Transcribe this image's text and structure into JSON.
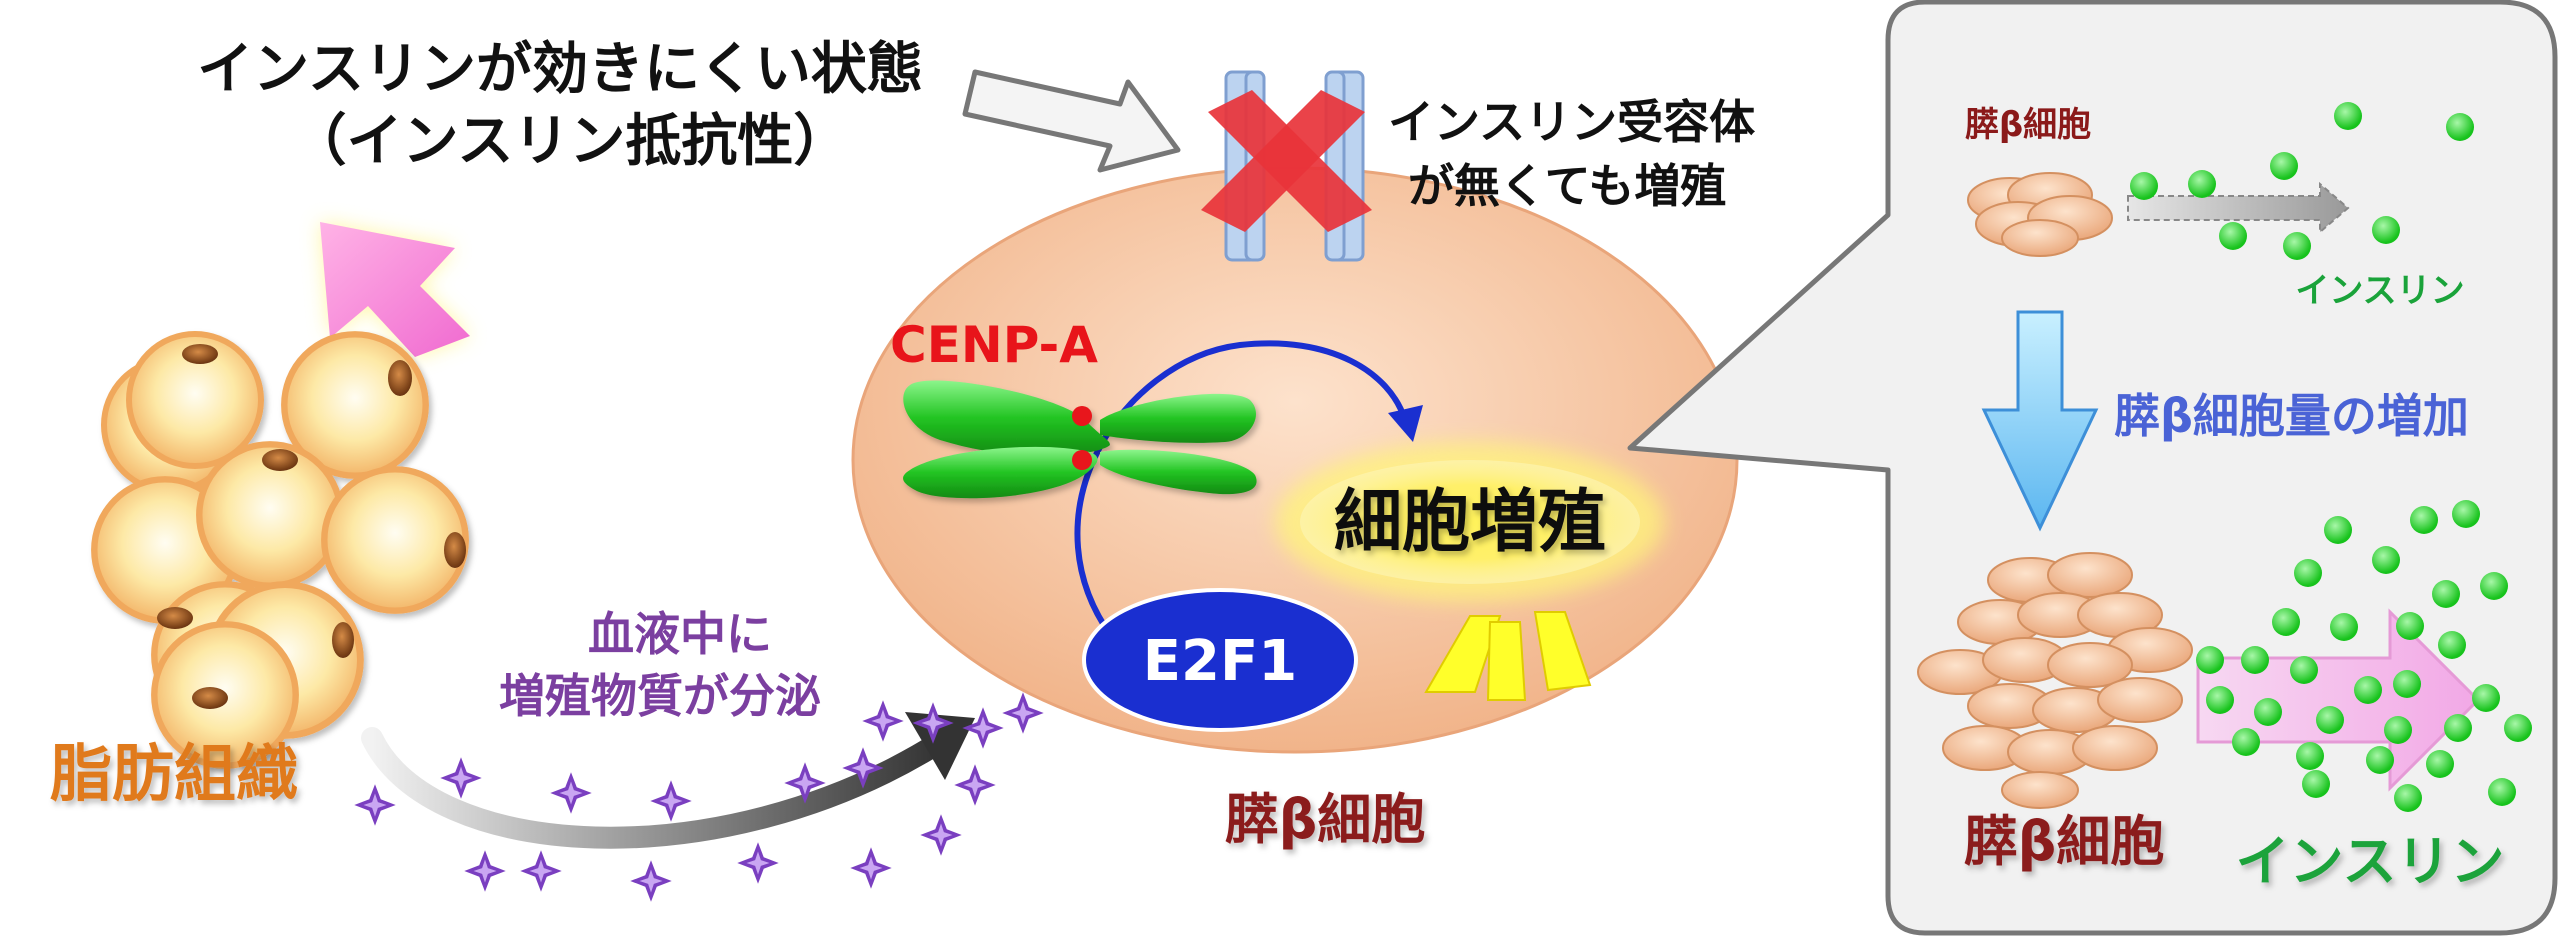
{
  "texts": {
    "resistance_line1": "インスリンが効きにくい状態",
    "resistance_line2": "（インスリン抵抗性）",
    "adipose_label": "脂肪組織",
    "secrete_line1": "血液中に",
    "secrete_line2": "増殖物質が分泌",
    "receptor_line1": "インスリン受容体",
    "receptor_line2": "が無くても増殖",
    "cenpa_label": "CENP-A",
    "e2f1_label": "E2F1",
    "proliferation_label": "細胞増殖",
    "beta_cell_center": "膵β細胞",
    "panel_small_beta": "膵β細胞",
    "panel_small_insulin": "インスリン",
    "panel_increase": "膵β細胞量の増加",
    "panel_beta_bottom": "膵β細胞",
    "panel_insulin_bottom": "インスリン"
  },
  "colors": {
    "black_text": "#111111",
    "adipose_orange": "#e07a1f",
    "purple_text": "#7b3fa0",
    "dark_red": "#8b1a1a",
    "green_text": "#1aa33a",
    "blue_label": "#4a63d6",
    "cenpa_red": "#e8141a",
    "e2f1_blue": "#1a2fd0",
    "chromosome_green": "#22c422",
    "cross_red": "#e8333a",
    "receptor_blue": "#bcd3f0"
  }
}
